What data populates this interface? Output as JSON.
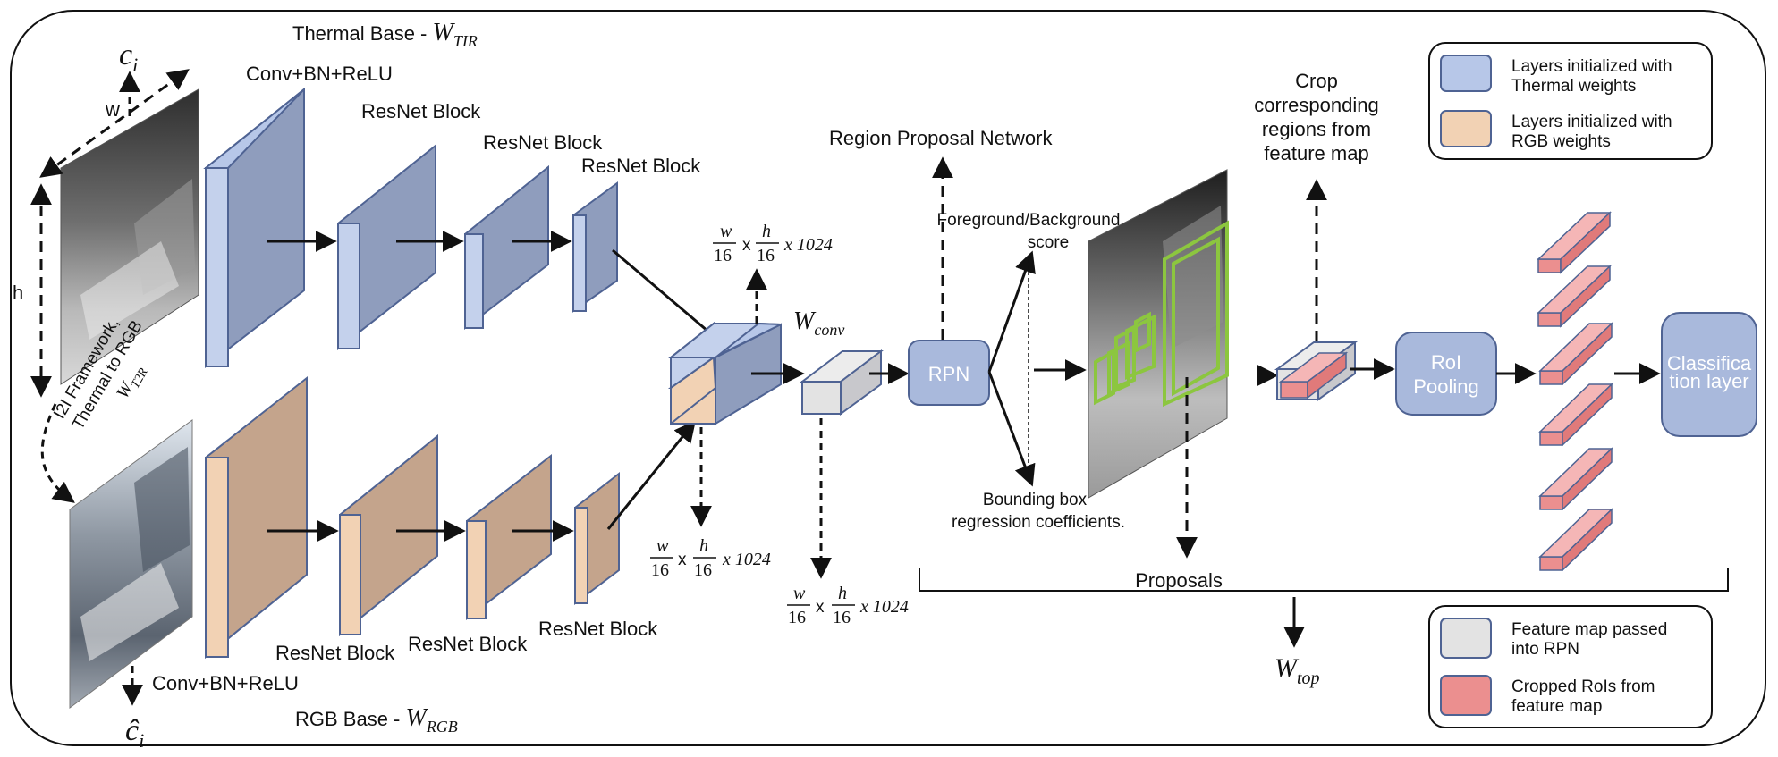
{
  "colors": {
    "thermal_front": "#c4d1ec",
    "thermal_side": "#a9b9dc",
    "thermal_top": "#b7c7e8",
    "thermal_main": "#8f9dbd",
    "rgb_front": "#f2d2b4",
    "rgb_main": "#c4a48c",
    "conv_gray": "#e3e3e3",
    "conv_gray_dark": "#c8c8cc",
    "rpn_fill": "#a9b9dc",
    "roi_red": "#eb8f8f",
    "roi_red_light": "#f5b6b6",
    "green_box": "#8cc63f",
    "stroke_blue": "#4f6393"
  },
  "thermal_branch": {
    "title": "Thermal Base - ",
    "title_weight": "W",
    "title_weight_sub": "TIR",
    "conv_label": "Conv+BN+ReLU",
    "block1": "ResNet Block",
    "block2": "ResNet Block",
    "block3": "ResNet Block"
  },
  "rgb_branch": {
    "title": "RGB Base - ",
    "title_weight": "W",
    "title_weight_sub": "RGB",
    "conv_label": "Conv+BN+ReLU",
    "block1": "ResNet Block",
    "block2": "ResNet Block",
    "block3": "ResNet Block"
  },
  "input": {
    "c_i": "c",
    "c_i_sub": "i",
    "c_hat": "ĉ",
    "c_hat_sub": "i",
    "w_label": "w",
    "h_label": "h",
    "i2i_line1": "I2I Framework,",
    "i2i_line2": "Thermal to RGB",
    "i2i_weight": "W",
    "i2i_weight_sub": "T2R"
  },
  "dims": {
    "num_w": "w",
    "den": "16",
    "num_h": "h",
    "times": "x",
    "channels": "x 1024"
  },
  "conv": {
    "label": "W",
    "label_sub": "conv"
  },
  "rpn": {
    "title": "Region Proposal Network",
    "node": "RPN",
    "fg_line1": "Foreground/Background",
    "fg_line2": "score",
    "bb_line1": "Bounding box",
    "bb_line2": "regression coefficients."
  },
  "crop": {
    "line1": "Crop",
    "line2": "corresponding",
    "line3": "regions from",
    "line4": "feature map"
  },
  "roi_pooling": {
    "line1": "RoI",
    "line2": "Pooling"
  },
  "classification": {
    "line1": "Classifica",
    "line2": "tion layer"
  },
  "proposals_label": "Proposals",
  "top_weight": "W",
  "top_weight_sub": "top",
  "legend_top": {
    "item1_line1": "Layers initialized with",
    "item1_line2": "Thermal weights",
    "item2_line1": "Layers initialized with",
    "item2_line2": "RGB weights"
  },
  "legend_bottom": {
    "item1_line1": "Feature map passed",
    "item1_line2": "into RPN",
    "item2_line1": "Cropped RoIs from",
    "item2_line2": "feature map"
  }
}
